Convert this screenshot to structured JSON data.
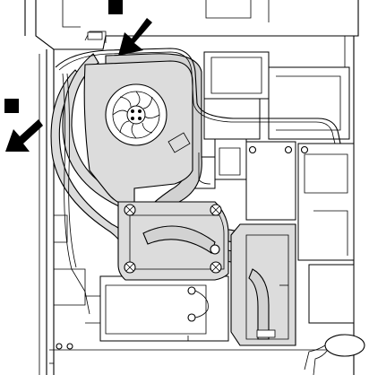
{
  "figure": {
    "callouts": [
      {
        "label": "",
        "icon": "black-square-marker"
      },
      {
        "label": "",
        "icon": "black-square-marker"
      }
    ],
    "arrows": [
      {
        "icon": "arrow-down-left"
      },
      {
        "icon": "arrow-down-left"
      }
    ],
    "colors": {
      "line": "#000000",
      "heat_pipe_fill": "#dcdcdc",
      "background": "#ffffff",
      "callout": "#000000"
    }
  }
}
